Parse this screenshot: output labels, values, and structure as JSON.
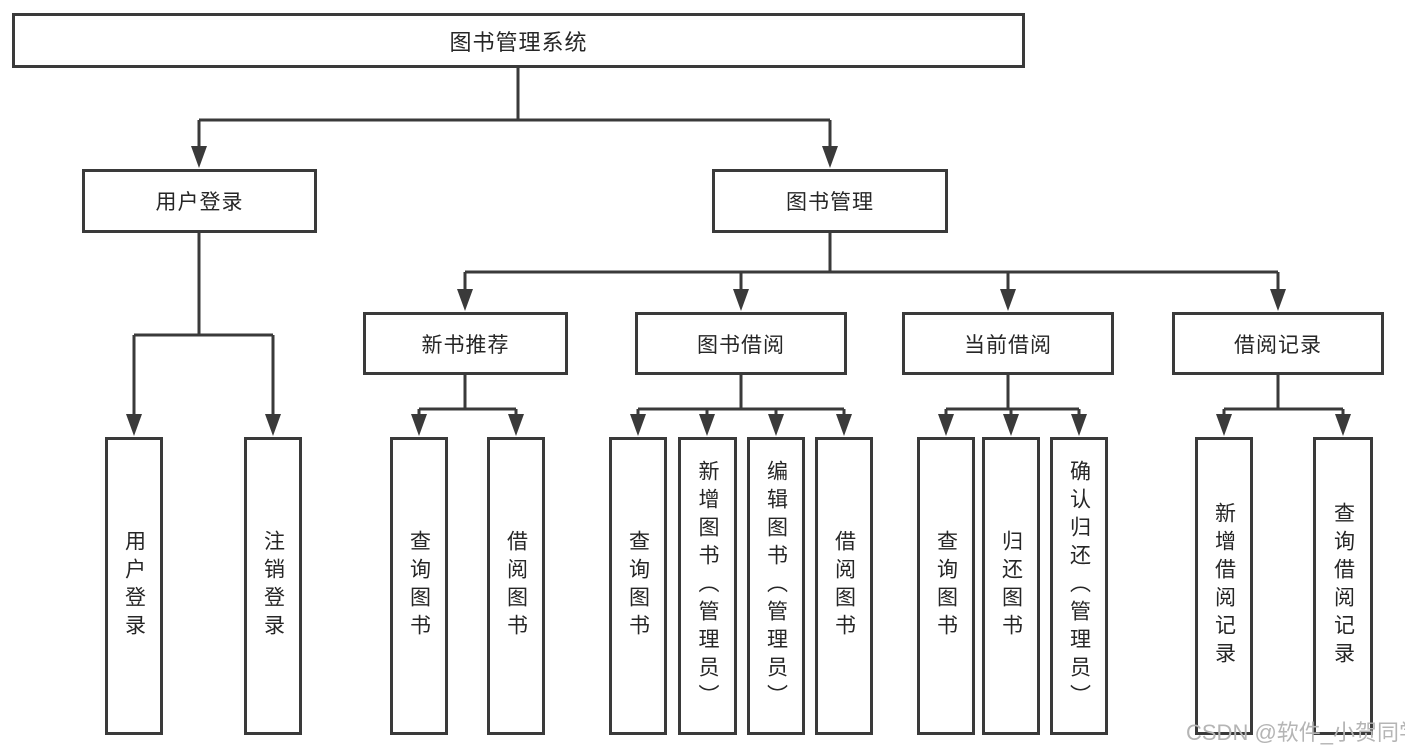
{
  "diagram_title": "图书管理系统",
  "tree": {
    "label": "图书管理系统",
    "children": [
      {
        "label": "用户登录",
        "children": [
          {
            "label": "用户登录"
          },
          {
            "label": "注销登录"
          }
        ]
      },
      {
        "label": "图书管理",
        "children": [
          {
            "label": "新书推荐",
            "children": [
              {
                "label": "查询图书"
              },
              {
                "label": "借阅图书"
              }
            ]
          },
          {
            "label": "图书借阅",
            "children": [
              {
                "label": "查询图书"
              },
              {
                "label": "新增图书（管理员）"
              },
              {
                "label": "编辑图书（管理员）"
              },
              {
                "label": "借阅图书"
              }
            ]
          },
          {
            "label": "当前借阅",
            "children": [
              {
                "label": "查询图书"
              },
              {
                "label": "归还图书"
              },
              {
                "label": "确认归还（管理员）"
              }
            ]
          },
          {
            "label": "借阅记录",
            "children": [
              {
                "label": "新增借阅记录"
              },
              {
                "label": "查询借阅记录"
              }
            ]
          }
        ]
      }
    ]
  },
  "watermark": {
    "text": "CSDN @软件_小贺同学"
  },
  "colors": {
    "line": "#3a3a3a",
    "text": "#262626",
    "wm": "#b5b5b5",
    "bg": "#ffffff"
  }
}
